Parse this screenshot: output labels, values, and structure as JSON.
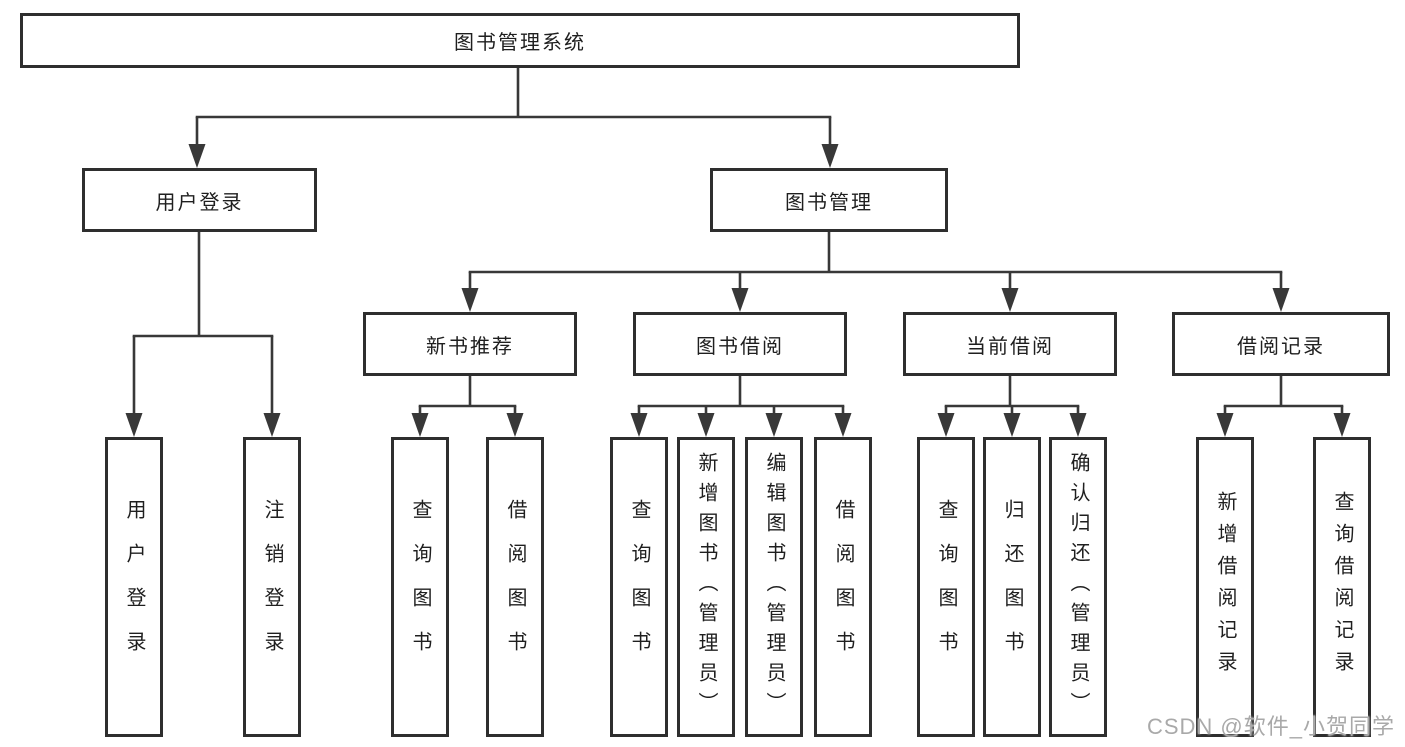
{
  "diagram_type": "hierarchy-tree",
  "tree": {
    "root": {
      "label": "图书管理系统",
      "children": [
        {
          "label": "用户登录",
          "children": [
            {
              "label": "用户登录"
            },
            {
              "label": "注销登录"
            }
          ]
        },
        {
          "label": "图书管理",
          "children": [
            {
              "label": "新书推荐",
              "children": [
                {
                  "label": "查询图书"
                },
                {
                  "label": "借阅图书"
                }
              ]
            },
            {
              "label": "图书借阅",
              "children": [
                {
                  "label": "查询图书"
                },
                {
                  "label": "新增图书（管理员）"
                },
                {
                  "label": "编辑图书（管理员）"
                },
                {
                  "label": "借阅图书"
                }
              ]
            },
            {
              "label": "当前借阅",
              "children": [
                {
                  "label": "查询图书"
                },
                {
                  "label": "归还图书"
                },
                {
                  "label": "确认归还（管理员）"
                }
              ]
            },
            {
              "label": "借阅记录",
              "children": [
                {
                  "label": "新增借阅记录"
                },
                {
                  "label": "查询借阅记录"
                }
              ]
            }
          ]
        }
      ]
    }
  },
  "watermark": {
    "text": "CSDN @软件_小贺同学"
  },
  "colors": {
    "line": "#383838",
    "box_border": "#2e2e2e",
    "box_fill": "#ffffff",
    "text": "#1f1f1f",
    "background": "#ffffff",
    "watermark": "#a9a9a9"
  }
}
